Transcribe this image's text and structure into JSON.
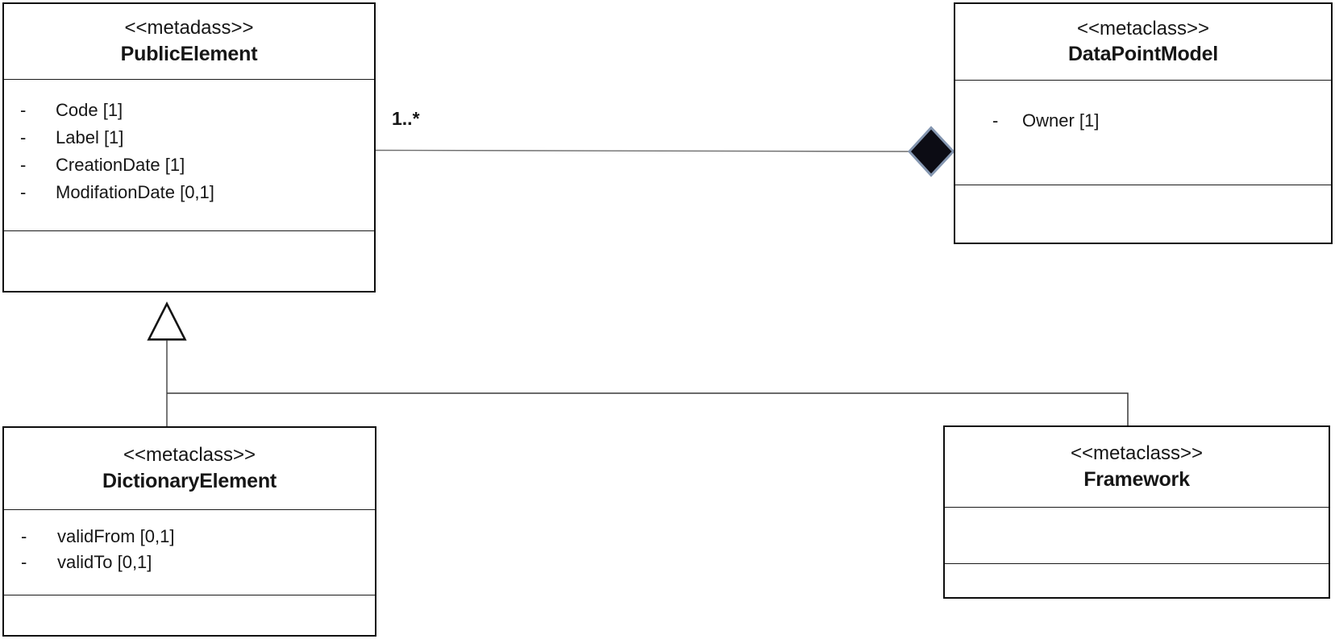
{
  "diagram": {
    "type": "uml-class-diagram",
    "background_color": "#ffffff",
    "classes": [
      {
        "id": "public-element",
        "stereotype": "<<metadass>>",
        "name": "PublicElement",
        "attributes": [
          {
            "vis": "-",
            "text": "Code [1]"
          },
          {
            "vis": "-",
            "text": "Label [1]"
          },
          {
            "vis": "-",
            "text": "CreationDate [1]"
          },
          {
            "vis": "-",
            "text": "ModifationDate [0,1]"
          }
        ]
      },
      {
        "id": "data-point-model",
        "stereotype": "<<metaclass>>",
        "name": "DataPointModel",
        "attributes": [
          {
            "vis": "-",
            "text": "Owner [1]"
          }
        ]
      },
      {
        "id": "dictionary-element",
        "stereotype": "<<metaclass>>",
        "name": "DictionaryElement",
        "attributes": [
          {
            "vis": "-",
            "text": "validFrom [0,1]"
          },
          {
            "vis": "-",
            "text": "validTo [0,1]"
          }
        ]
      },
      {
        "id": "framework",
        "stereotype": "<<metaclass>>",
        "name": "Framework",
        "attributes": []
      }
    ],
    "relationships": {
      "composition": {
        "from": "PublicElement",
        "to": "DataPointModel",
        "multiplicity_label": "1..*",
        "diamond_fill": "#0c0c14",
        "diamond_stroke": "#8496b0",
        "line_color": "#6e6e6e"
      },
      "generalization": {
        "parent": "PublicElement",
        "children": [
          "DictionaryElement",
          "Framework"
        ],
        "triangle_fill": "#ffffff",
        "triangle_stroke": "#141414",
        "line_color": "#4a4a4a"
      }
    },
    "colors": {
      "box_border": "#0d0d0d",
      "text": "#161616"
    }
  }
}
